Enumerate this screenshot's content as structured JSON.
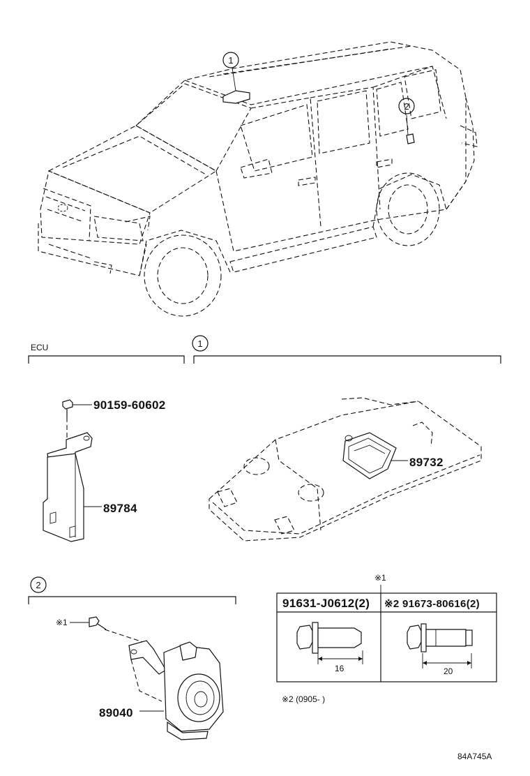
{
  "diagram": {
    "callouts": {
      "c1": "1",
      "c2": "2"
    },
    "sections": {
      "ecu_title": "ECU",
      "sec1_title": "1",
      "sec2_title": "2"
    },
    "parts": {
      "bolt_ecu": "90159-60602",
      "bracket_ecu": "89784",
      "roof_sensor": "89732",
      "siren_sensor": "89040"
    },
    "table": {
      "mark_top": "※1",
      "col1_header": "91631-J0612(2)",
      "col2_header": "※2 91673-80616(2)",
      "col1_dim": "16",
      "col2_dim": "20"
    },
    "bolt_mark": "※1",
    "footnote": "※2 (0905-    )",
    "figure_code": "84A745A"
  }
}
